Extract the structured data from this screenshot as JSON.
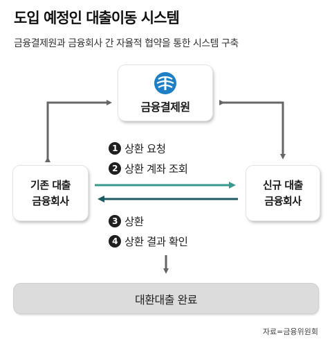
{
  "title": "도입 예정인 대출이동 시스템",
  "subtitle": "금융결제원과 금융회사 간 자율적 협약을 통한 시스템 구축",
  "nodes": {
    "fss": {
      "label": "금융결제원",
      "logo": "financial-telecommunications-logo"
    },
    "existing": {
      "line1": "기존 대출",
      "line2": "금융회사"
    },
    "new": {
      "line1": "신규 대출",
      "line2": "금융회사"
    }
  },
  "steps_forward": [
    {
      "num": "1",
      "label": "상환 요청"
    },
    {
      "num": "2",
      "label": "상환 계좌 조회"
    }
  ],
  "steps_backward": [
    {
      "num": "3",
      "label": "상환"
    },
    {
      "num": "4",
      "label": "상환 결과 확인"
    }
  ],
  "result": "대환대출 완료",
  "source": "자료=금융위원회",
  "colors": {
    "forward_arrow": "#3a9a8e",
    "backward_arrow": "#1e5a66",
    "connector": "#666666",
    "logo_blue": "#1f7fc4"
  }
}
